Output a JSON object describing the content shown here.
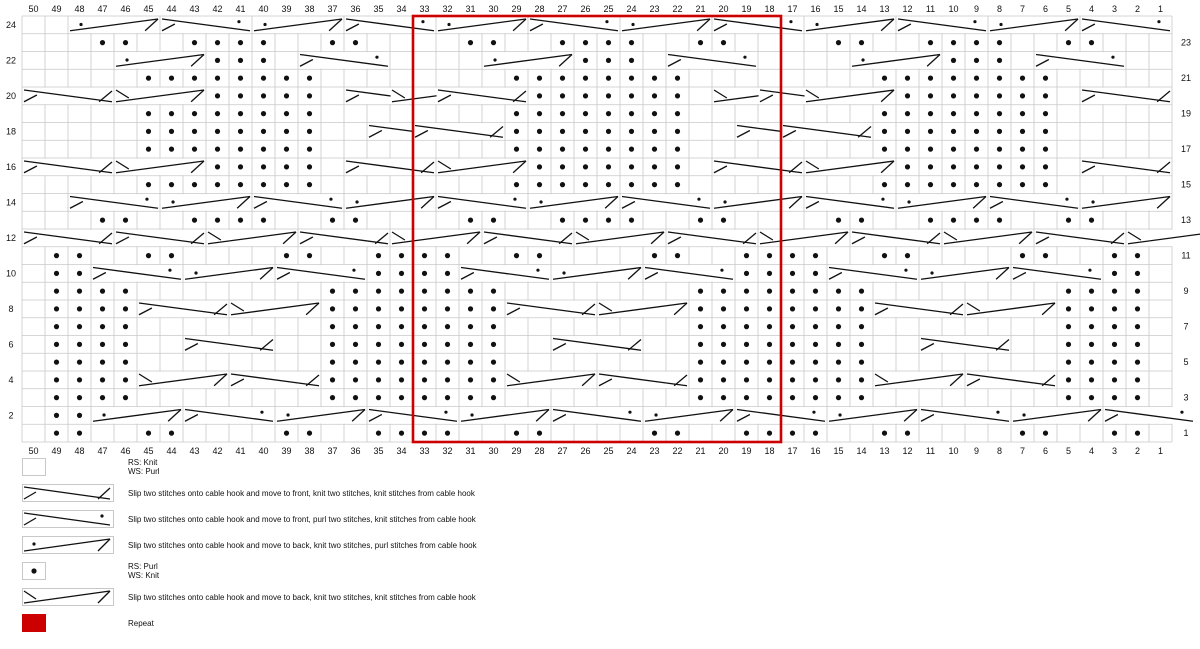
{
  "chart_data": {
    "type": "knitting-chart",
    "columns": 50,
    "rows": 24,
    "column_numbers": [
      50,
      49,
      48,
      47,
      46,
      45,
      44,
      43,
      42,
      41,
      40,
      39,
      38,
      37,
      36,
      35,
      34,
      33,
      32,
      31,
      30,
      29,
      28,
      27,
      26,
      25,
      24,
      23,
      22,
      21,
      20,
      19,
      18,
      17,
      16,
      15,
      14,
      13,
      12,
      11,
      10,
      9,
      8,
      7,
      6,
      5,
      4,
      3,
      2,
      1
    ],
    "left_row_numbers": [
      24,
      22,
      20,
      18,
      16,
      14,
      12,
      10,
      8,
      6,
      4,
      2
    ],
    "right_row_numbers": [
      23,
      21,
      19,
      17,
      15,
      13,
      11,
      9,
      7,
      5,
      3,
      1
    ],
    "repeat": {
      "from_column": 33,
      "to_column": 18,
      "from_row": 1,
      "to_row": 24
    },
    "purl_columns_by_row": {
      "1": [
        49,
        48,
        45,
        44,
        39,
        38,
        35,
        34,
        33,
        32,
        29,
        28,
        23,
        22,
        19,
        18,
        17,
        16,
        13,
        12,
        7,
        6,
        3,
        2
      ],
      "2": [
        49,
        48,
        35,
        34,
        33,
        32,
        19,
        18,
        17,
        16,
        3,
        2
      ],
      "3": [
        49,
        48,
        47,
        46,
        37,
        36,
        35,
        34,
        33,
        32,
        31,
        30,
        21,
        20,
        19,
        18,
        17,
        16,
        15,
        14,
        5,
        4,
        3,
        2
      ],
      "4": [
        49,
        48,
        47,
        46,
        37,
        36,
        35,
        34,
        33,
        32,
        31,
        30,
        21,
        20,
        19,
        18,
        17,
        16,
        15,
        14,
        5,
        4,
        3,
        2
      ],
      "5": [
        49,
        48,
        47,
        46,
        37,
        36,
        35,
        34,
        33,
        32,
        31,
        30,
        21,
        20,
        19,
        18,
        17,
        16,
        15,
        14,
        5,
        4,
        3,
        2
      ],
      "6": [
        49,
        48,
        47,
        46,
        37,
        36,
        35,
        34,
        33,
        32,
        31,
        30,
        21,
        20,
        19,
        18,
        17,
        16,
        15,
        14,
        5,
        4,
        3,
        2
      ],
      "7": [
        49,
        48,
        47,
        46,
        37,
        36,
        35,
        34,
        33,
        32,
        31,
        30,
        21,
        20,
        19,
        18,
        17,
        16,
        15,
        14,
        5,
        4,
        3,
        2
      ],
      "8": [
        49,
        48,
        47,
        46,
        37,
        36,
        35,
        34,
        33,
        32,
        31,
        30,
        21,
        20,
        19,
        18,
        17,
        16,
        15,
        14,
        5,
        4,
        3,
        2
      ],
      "9": [
        49,
        48,
        47,
        46,
        37,
        36,
        35,
        34,
        33,
        32,
        31,
        30,
        21,
        20,
        19,
        18,
        17,
        16,
        15,
        14,
        5,
        4,
        3,
        2
      ],
      "10": [
        49,
        48,
        35,
        34,
        33,
        32,
        19,
        18,
        17,
        16,
        3,
        2
      ],
      "11": [
        49,
        48,
        45,
        44,
        39,
        38,
        35,
        34,
        33,
        32,
        29,
        28,
        23,
        22,
        19,
        18,
        17,
        16,
        13,
        12,
        7,
        6,
        3,
        2
      ],
      "12": [],
      "13": [
        47,
        46,
        43,
        42,
        41,
        40,
        37,
        36,
        31,
        30,
        27,
        26,
        25,
        24,
        21,
        20,
        15,
        14,
        11,
        10,
        9,
        8,
        5,
        4
      ],
      "14": [
        43,
        42,
        41,
        40,
        27,
        26,
        25,
        24,
        11,
        10,
        9,
        8
      ],
      "15": [
        45,
        44,
        43,
        42,
        41,
        40,
        39,
        38,
        29,
        28,
        27,
        26,
        25,
        24,
        23,
        22,
        13,
        12,
        11,
        10,
        9,
        8,
        7,
        6
      ],
      "16": [
        45,
        44,
        43,
        42,
        41,
        40,
        39,
        38,
        29,
        28,
        27,
        26,
        25,
        24,
        23,
        22,
        13,
        12,
        11,
        10,
        9,
        8,
        7,
        6
      ],
      "17": [
        45,
        44,
        43,
        42,
        41,
        40,
        39,
        38,
        29,
        28,
        27,
        26,
        25,
        24,
        23,
        22,
        13,
        12,
        11,
        10,
        9,
        8,
        7,
        6
      ],
      "18": [
        45,
        44,
        43,
        42,
        41,
        40,
        39,
        38,
        29,
        28,
        27,
        26,
        25,
        24,
        23,
        22,
        13,
        12,
        11,
        10,
        9,
        8,
        7,
        6
      ],
      "19": [
        45,
        44,
        43,
        42,
        41,
        40,
        39,
        38,
        29,
        28,
        27,
        26,
        25,
        24,
        23,
        22,
        13,
        12,
        11,
        10,
        9,
        8,
        7,
        6
      ],
      "20": [
        45,
        44,
        43,
        42,
        41,
        40,
        39,
        38,
        29,
        28,
        27,
        26,
        25,
        24,
        23,
        22,
        13,
        12,
        11,
        10,
        9,
        8,
        7,
        6
      ],
      "21": [
        45,
        44,
        43,
        42,
        41,
        40,
        39,
        38,
        29,
        28,
        27,
        26,
        25,
        24,
        23,
        22,
        13,
        12,
        11,
        10,
        9,
        8,
        7,
        6
      ],
      "22": [
        43,
        42,
        41,
        40,
        27,
        26,
        25,
        24,
        11,
        10,
        9,
        8
      ],
      "23": [
        47,
        46,
        43,
        42,
        41,
        40,
        37,
        36,
        31,
        30,
        27,
        26,
        25,
        24,
        21,
        20,
        15,
        14,
        11,
        10,
        9,
        8,
        5,
        4
      ],
      "24": []
    },
    "cables": [
      {
        "row": 24,
        "c": 48,
        "t": "purl-right"
      },
      {
        "row": 24,
        "c": 44,
        "t": "purl-left"
      },
      {
        "row": 24,
        "c": 40,
        "t": "purl-right"
      },
      {
        "row": 24,
        "c": 36,
        "t": "purl-left"
      },
      {
        "row": 24,
        "c": 32,
        "t": "purl-right"
      },
      {
        "row": 24,
        "c": 28,
        "t": "purl-left"
      },
      {
        "row": 24,
        "c": 24,
        "t": "purl-right"
      },
      {
        "row": 24,
        "c": 20,
        "t": "purl-left"
      },
      {
        "row": 24,
        "c": 16,
        "t": "purl-right"
      },
      {
        "row": 24,
        "c": 12,
        "t": "purl-left"
      },
      {
        "row": 24,
        "c": 8,
        "t": "purl-right"
      },
      {
        "row": 24,
        "c": 4,
        "t": "purl-left"
      },
      {
        "row": 22,
        "c": 46,
        "t": "purl-right"
      },
      {
        "row": 22,
        "c": 38,
        "t": "purl-left"
      },
      {
        "row": 22,
        "c": 30,
        "t": "purl-right"
      },
      {
        "row": 22,
        "c": 22,
        "t": "purl-left"
      },
      {
        "row": 22,
        "c": 14,
        "t": "purl-right"
      },
      {
        "row": 22,
        "c": 6,
        "t": "purl-left"
      },
      {
        "row": 20,
        "c": 50,
        "t": "front"
      },
      {
        "row": 20,
        "c": 46,
        "t": "back"
      },
      {
        "row": 20,
        "c": 36,
        "t": "front"
      },
      {
        "row": 20,
        "c": 34,
        "t": "back"
      },
      {
        "row": 20,
        "c": 32,
        "t": "front"
      },
      {
        "row": 20,
        "c": 20,
        "t": "back"
      },
      {
        "row": 20,
        "c": 18,
        "t": "front"
      },
      {
        "row": 20,
        "c": 16,
        "t": "back"
      },
      {
        "row": 20,
        "c": 4,
        "t": "front"
      },
      {
        "row": 18,
        "c": 35,
        "t": "front"
      },
      {
        "row": 18,
        "c": 33,
        "t": "front"
      },
      {
        "row": 18,
        "c": 19,
        "t": "front"
      },
      {
        "row": 18,
        "c": 17,
        "t": "front"
      },
      {
        "row": 16,
        "c": 50,
        "t": "front"
      },
      {
        "row": 16,
        "c": 46,
        "t": "back"
      },
      {
        "row": 16,
        "c": 36,
        "t": "front"
      },
      {
        "row": 16,
        "c": 32,
        "t": "back"
      },
      {
        "row": 16,
        "c": 20,
        "t": "front"
      },
      {
        "row": 16,
        "c": 16,
        "t": "back"
      },
      {
        "row": 16,
        "c": 4,
        "t": "front"
      },
      {
        "row": 14,
        "c": 48,
        "t": "purl-left"
      },
      {
        "row": 14,
        "c": 44,
        "t": "purl-right"
      },
      {
        "row": 14,
        "c": 40,
        "t": "purl-left"
      },
      {
        "row": 14,
        "c": 36,
        "t": "purl-right"
      },
      {
        "row": 14,
        "c": 32,
        "t": "purl-left"
      },
      {
        "row": 14,
        "c": 28,
        "t": "purl-right"
      },
      {
        "row": 14,
        "c": 24,
        "t": "purl-left"
      },
      {
        "row": 14,
        "c": 20,
        "t": "purl-right"
      },
      {
        "row": 14,
        "c": 16,
        "t": "purl-left"
      },
      {
        "row": 14,
        "c": 12,
        "t": "purl-right"
      },
      {
        "row": 14,
        "c": 8,
        "t": "purl-left"
      },
      {
        "row": 14,
        "c": 4,
        "t": "purl-right"
      },
      {
        "row": 12,
        "c": 50,
        "t": "front"
      },
      {
        "row": 12,
        "c": 46,
        "t": "front"
      },
      {
        "row": 12,
        "c": 42,
        "t": "back"
      },
      {
        "row": 12,
        "c": 38,
        "t": "front"
      },
      {
        "row": 12,
        "c": 34,
        "t": "back"
      },
      {
        "row": 12,
        "c": 30,
        "t": "front"
      },
      {
        "row": 12,
        "c": 26,
        "t": "back"
      },
      {
        "row": 12,
        "c": 22,
        "t": "front"
      },
      {
        "row": 12,
        "c": 18,
        "t": "back"
      },
      {
        "row": 12,
        "c": 14,
        "t": "front"
      },
      {
        "row": 12,
        "c": 10,
        "t": "back"
      },
      {
        "row": 12,
        "c": 6,
        "t": "front"
      },
      {
        "row": 12,
        "c": 2,
        "t": "back"
      },
      {
        "row": 10,
        "c": 47,
        "t": "purl-left"
      },
      {
        "row": 10,
        "c": 43,
        "t": "purl-right"
      },
      {
        "row": 10,
        "c": 39,
        "t": "purl-left"
      },
      {
        "row": 10,
        "c": 31,
        "t": "purl-left"
      },
      {
        "row": 10,
        "c": 27,
        "t": "purl-right"
      },
      {
        "row": 10,
        "c": 23,
        "t": "purl-left"
      },
      {
        "row": 10,
        "c": 15,
        "t": "purl-left"
      },
      {
        "row": 10,
        "c": 11,
        "t": "purl-right"
      },
      {
        "row": 10,
        "c": 7,
        "t": "purl-left"
      },
      {
        "row": 8,
        "c": 45,
        "t": "front"
      },
      {
        "row": 8,
        "c": 41,
        "t": "back"
      },
      {
        "row": 8,
        "c": 29,
        "t": "front"
      },
      {
        "row": 8,
        "c": 25,
        "t": "back"
      },
      {
        "row": 8,
        "c": 13,
        "t": "front"
      },
      {
        "row": 8,
        "c": 9,
        "t": "back"
      },
      {
        "row": 6,
        "c": 43,
        "t": "front"
      },
      {
        "row": 6,
        "c": 27,
        "t": "front"
      },
      {
        "row": 6,
        "c": 11,
        "t": "front"
      },
      {
        "row": 4,
        "c": 45,
        "t": "back"
      },
      {
        "row": 4,
        "c": 41,
        "t": "front"
      },
      {
        "row": 4,
        "c": 29,
        "t": "back"
      },
      {
        "row": 4,
        "c": 25,
        "t": "front"
      },
      {
        "row": 4,
        "c": 13,
        "t": "back"
      },
      {
        "row": 4,
        "c": 9,
        "t": "front"
      },
      {
        "row": 2,
        "c": 47,
        "t": "purl-right"
      },
      {
        "row": 2,
        "c": 43,
        "t": "purl-left"
      },
      {
        "row": 2,
        "c": 39,
        "t": "purl-right"
      },
      {
        "row": 2,
        "c": 35,
        "t": "purl-left"
      },
      {
        "row": 2,
        "c": 31,
        "t": "purl-right"
      },
      {
        "row": 2,
        "c": 27,
        "t": "purl-left"
      },
      {
        "row": 2,
        "c": 23,
        "t": "purl-right"
      },
      {
        "row": 2,
        "c": 19,
        "t": "purl-left"
      },
      {
        "row": 2,
        "c": 15,
        "t": "purl-right"
      },
      {
        "row": 2,
        "c": 11,
        "t": "purl-left"
      },
      {
        "row": 2,
        "c": 7,
        "t": "purl-right"
      },
      {
        "row": 2,
        "c": 3,
        "t": "purl-left"
      }
    ]
  },
  "colors": {
    "grid_line": "#c8c8c8",
    "symbol": "#111111",
    "repeat": "#cc0000",
    "background": "#ffffff"
  },
  "legend": [
    {
      "symbol": "knit",
      "lines": [
        "RS: Knit",
        "WS: Purl"
      ]
    },
    {
      "symbol": "cable-front",
      "lines": [
        "Slip two stitches onto cable hook and move to front, knit two stitches, knit stitches from cable hook"
      ]
    },
    {
      "symbol": "cable-front-purl",
      "lines": [
        "Slip two stitches onto cable hook and move to front, purl two stitches, knit stitches from cable hook"
      ]
    },
    {
      "symbol": "cable-back-purl",
      "lines": [
        "Slip two stitches onto cable hook and move to back, knit two stitches, purl stitches from cable hook"
      ]
    },
    {
      "symbol": "purl",
      "lines": [
        "RS: Purl",
        "WS: Knit"
      ]
    },
    {
      "symbol": "cable-back",
      "lines": [
        "Slip two stitches onto cable hook and move to back, knit two stitches, knit stitches from cable hook"
      ]
    },
    {
      "symbol": "repeat",
      "lines": [
        "Repeat"
      ]
    }
  ]
}
